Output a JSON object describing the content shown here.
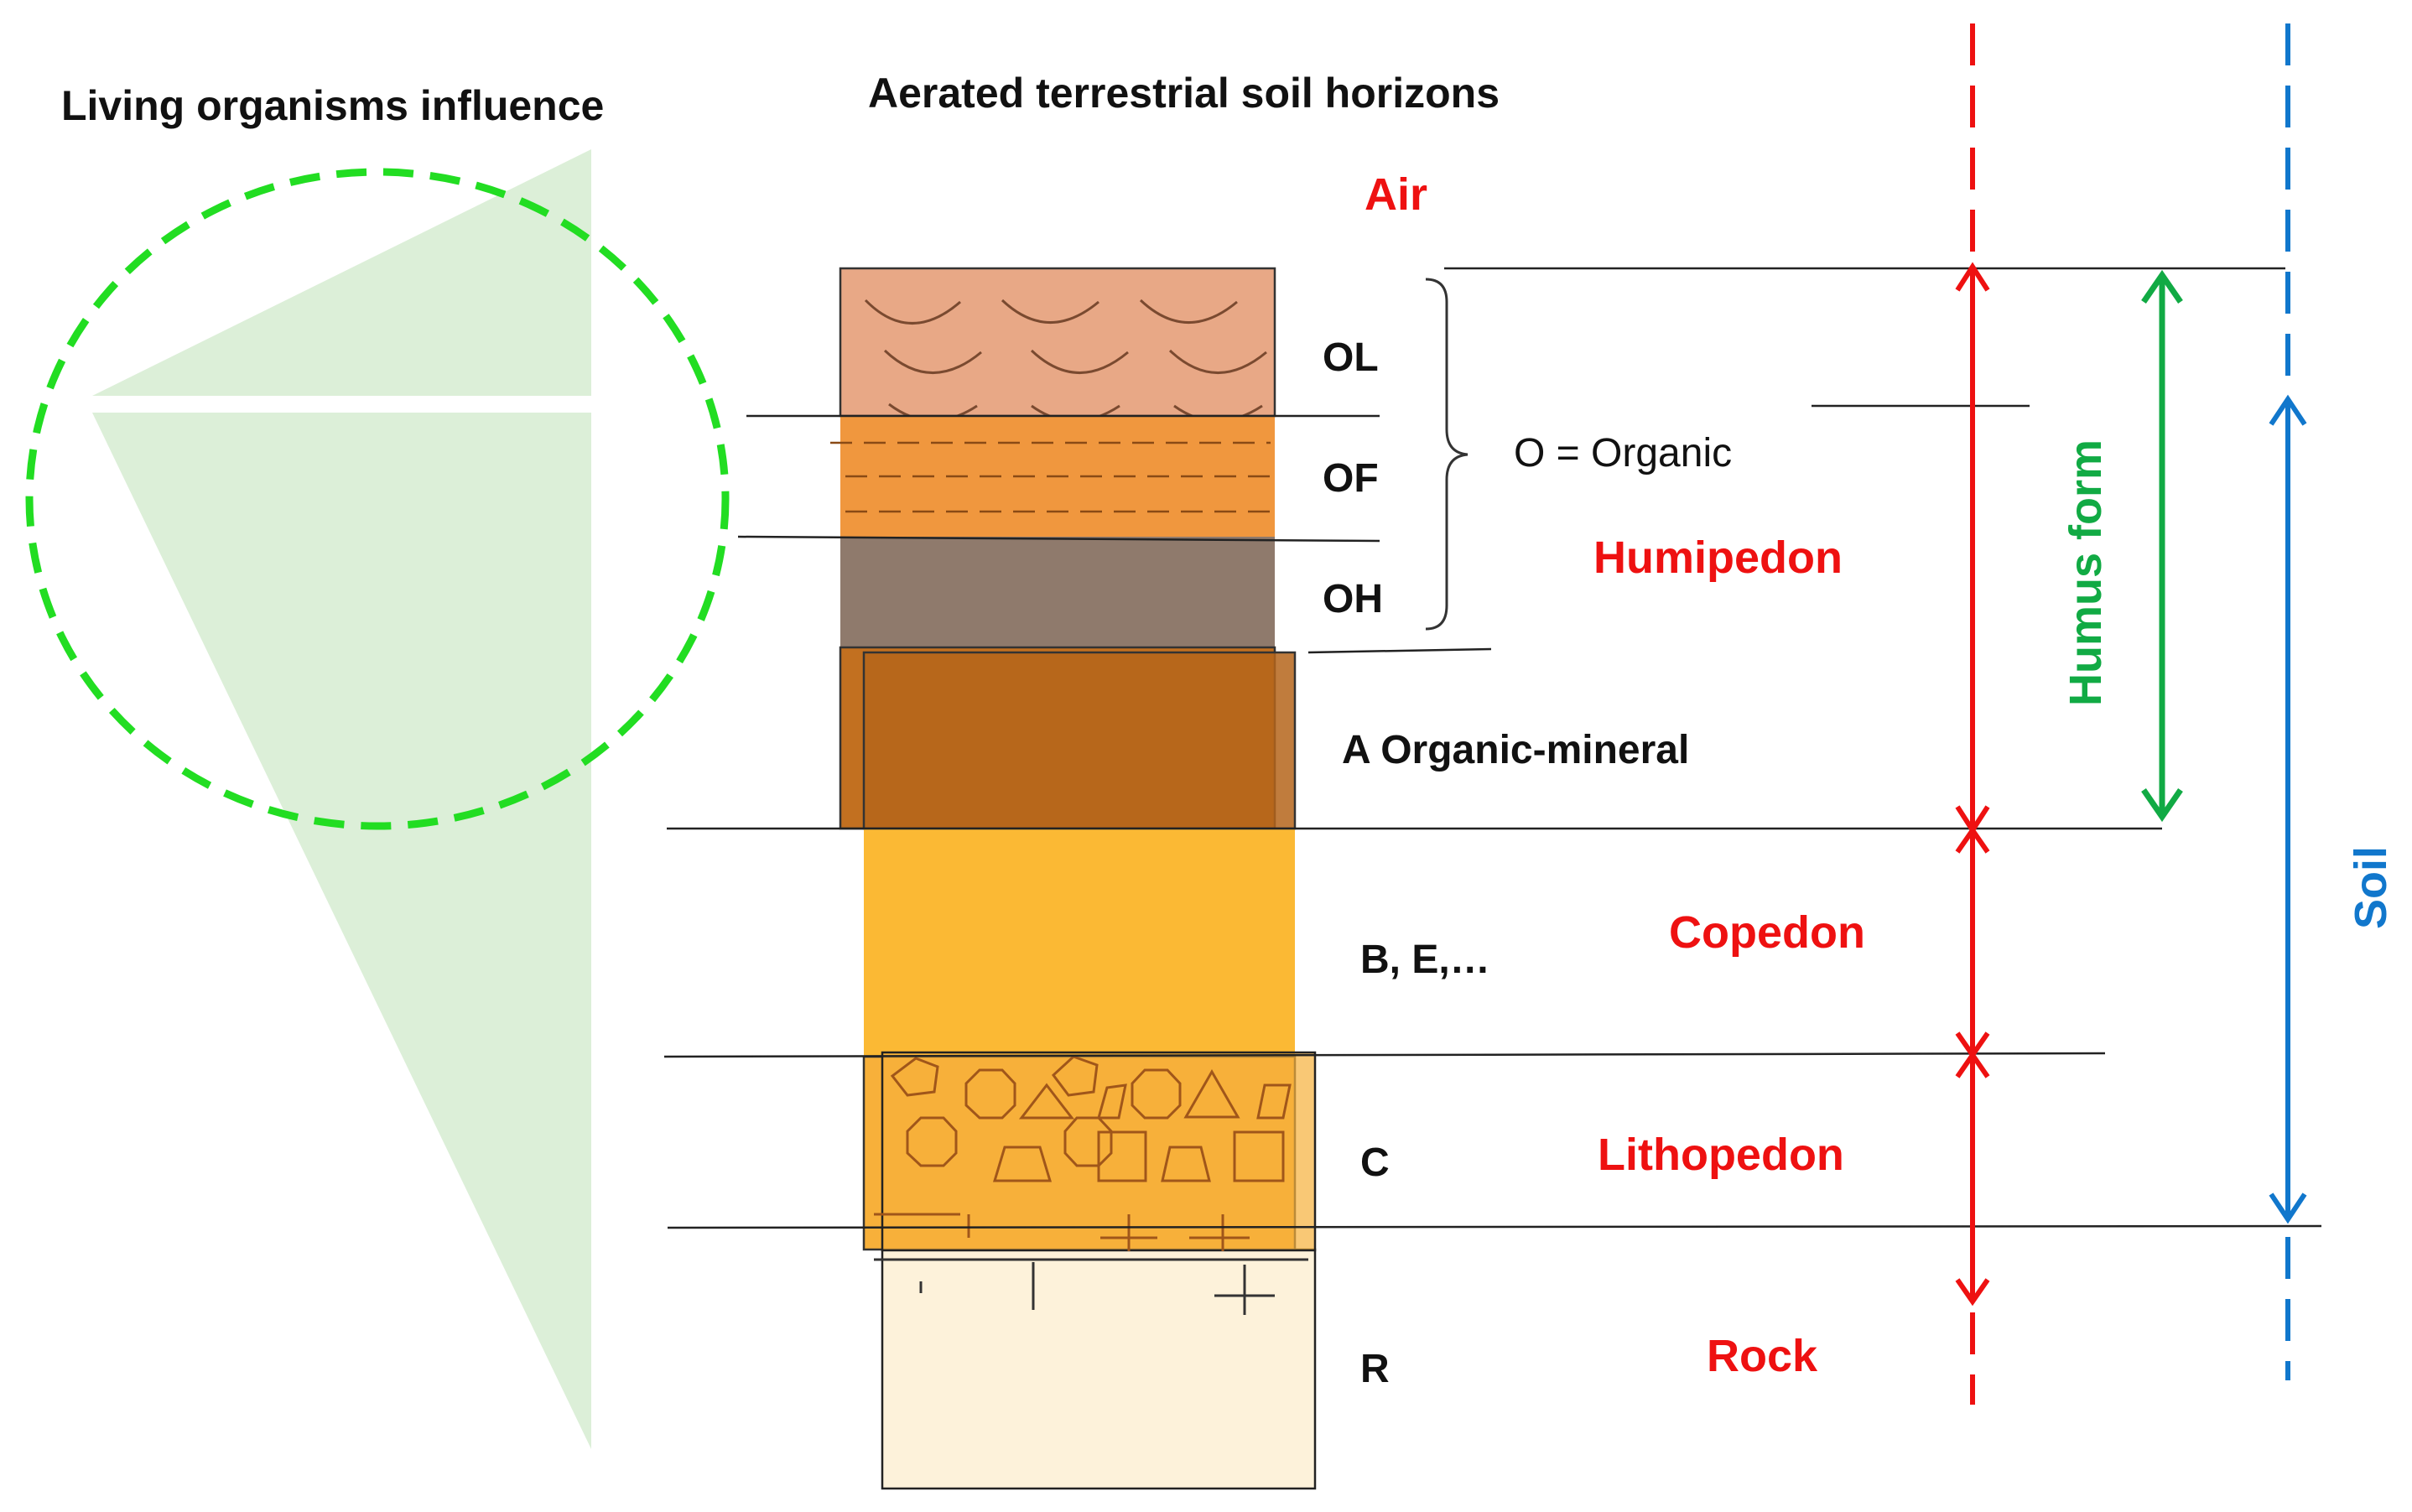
{
  "titles": {
    "left": "Living organisms influence",
    "main": "Aerated terrestrial soil horizons"
  },
  "labels": {
    "air": "Air",
    "ol": "OL",
    "of": "OF",
    "oh": "OH",
    "organic": "O = Organic",
    "a_horizon": "A  Organic-mineral",
    "b_horizon": "B, E,…",
    "c_horizon": "C",
    "r_horizon": "R",
    "humipedon": "Humipedon",
    "copedon": "Copedon",
    "lithopedon": "Lithopedon",
    "rock": "Rock",
    "humus_form": "Humus form",
    "soil": "Soil"
  },
  "colors": {
    "green_dashed": "#22dd22",
    "triangle_fill": "#dcefd8",
    "red": "#ee1111",
    "green": "#11aa44",
    "blue": "#1177cc",
    "ol_layer": "#e8a886",
    "of_layer": "#f0973e",
    "oh_layer": "#8f7a6c",
    "a_layer": "#c27020",
    "b_layer": "#fbb934",
    "c_layer": "#f7b03a",
    "r_layer": "#fdf2da"
  }
}
